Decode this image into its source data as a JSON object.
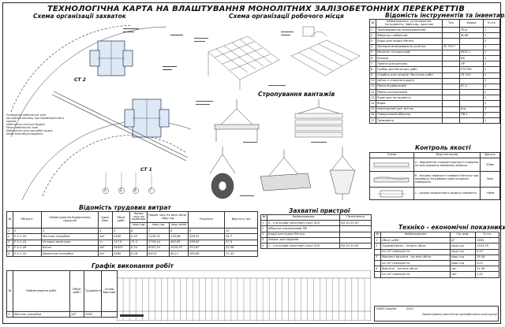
{
  "title": "ТЕХНОЛОГІЧНА КАРТА НА ВЛАШТУВАННЯ МОНОЛІТНИХ ЗАЛІЗОБЕТОННИХ ПЕРЕКРЕТТІВ",
  "sections": {
    "grips": "Схема організації захваток",
    "workplace": "Схема організації робочого місця",
    "slinging": "Стропування вантажів",
    "tools": "Відомість інструментів та інвентаря",
    "quality": "Контроль якості",
    "labor": "Відомість трудових витрат",
    "devices": "Захватні пристрої",
    "economics": "Техніко - економічні показники",
    "schedule": "Графік виконання робіт"
  },
  "grips_plan": {
    "label_st2": "СТ 2",
    "label_st1": "СТ 1",
    "axes": [
      "А",
      "Б",
      "В",
      "Г"
    ],
    "notes": [
      "Розміщення небезпечної зони",
      "від падіння вантажу при переміщенні його краном",
      "Небезпечна зона для будівлі",
      "Межа небезпечної зони",
      "Небезпечна зона при роботі крана",
      "Межа зони обслуговування"
    ]
  },
  "tools_table": {
    "headers": [
      "№",
      "Найменування, установлення, інструменти, інвентар, пристрої",
      "Тип",
      "Марка",
      "К-сть"
    ],
    "rows": [
      [
        "1",
        "Трансформатор понижувальний",
        "",
        "ТВ-4",
        "1"
      ],
      [
        "2",
        "Вібратор глибинний",
        "",
        "ІВ-66",
        "1"
      ],
      [
        "3",
        "Бадді для подачі бетону",
        "",
        "",
        "2"
      ],
      [
        "4",
        "Закладні-вимірювальна рулетка",
        "ЗС 5517",
        "",
        "1"
      ],
      [
        "5",
        "Молоток теслярський",
        "",
        "МПЛ-1",
        "1"
      ],
      [
        "6",
        "Кельма",
        "",
        "КБ",
        "2"
      ],
      [
        "7",
        "Лопата для розчину",
        "",
        "ЛР",
        "2"
      ],
      [
        "8",
        "Гребок для бетонних робіт",
        "",
        "ГР2756",
        "2"
      ],
      [
        "9",
        "Скарбнь для гвіздків і багатких робіт",
        "",
        "ЛГ-001",
        "1"
      ],
      [
        "10",
        "Щітка з стального дроту",
        "",
        "",
        "2"
      ],
      [
        "11",
        "Рівень будівельний",
        "",
        "УС-2",
        "1"
      ],
      [
        "12",
        "Рівень контрольний",
        "",
        "",
        "1"
      ],
      [
        "13",
        "Ящик для інструменту",
        "",
        "",
        "1"
      ],
      [
        "14",
        "Відро",
        "",
        "",
        "2"
      ],
      [
        "15",
        "Інвентарний щит місток",
        "",
        "Інд.",
        "4"
      ],
      [
        "16",
        "Поверхневий вібратор",
        "",
        "ПВ-1",
        "1"
      ],
      [
        "17",
        "Термометр",
        "",
        "",
        "1"
      ]
    ]
  },
  "quality_table": {
    "headers": [
      "Схема",
      "Вид контролю",
      "Допуск"
    ],
    "rows": [
      [
        "",
        "а - відхилення горизонтальності площини на всю довжину виміряної ділянки",
        "20мм"
      ],
      [
        "",
        "б - місцеві нерівності поверхні бетону при перевірці 2м рейкою окрім опорних поверхонь",
        "5мм"
      ],
      [
        "",
        "с - розмір поперечного розрізу елемента",
        "+6мм"
      ]
    ]
  },
  "labor_table": {
    "headers": [
      "№",
      "Обґрунт.",
      "Найменування будівельних процесів",
      "Один. Вим.",
      "Обсяг робіт",
      "Норма часу на одиницю",
      "Норма часу на весь обсяг люд-год",
      "люд-зміна",
      "Розцінка",
      "Вартість грн"
    ],
    "subheaders": [
      "люд-год",
      "маш-год",
      "люд-год",
      "маш-год"
    ],
    "colnums": [
      "1",
      "2",
      "3",
      "4",
      "5",
      "6",
      "7",
      "8",
      "9",
      "10"
    ],
    "rows": [
      [
        "1",
        "Е 4-1-34",
        "Монтаж опалубки",
        "1м²",
        "2465",
        "0,45",
        "1109,25",
        "138,66",
        "326,91",
        "29,7"
      ],
      [
        "2",
        "Е 4-1-44",
        "Укладка арматури",
        "1т",
        "117,8",
        "31,5",
        "3709,44",
        "463,68",
        "536,82",
        "27,9"
      ],
      [
        "3",
        "Е 4-1-49",
        "Бетон",
        "1м³",
        "24023",
        "0,34",
        "8167,44",
        "1020,93",
        "253,67",
        "22,56"
      ],
      [
        "4",
        "Е 4-1-34",
        "Демонтаж опалубки",
        "1м²",
        "2465",
        "0,26",
        "640,9",
        "80,11",
        "169,69",
        "17,43"
      ]
    ]
  },
  "devices_table": {
    "headers": [
      "№",
      "Найменування",
      "Позначення"
    ],
    "rows": [
      [
        "1",
        "4 - х вітковий канатний строп 4СК",
        "РД 10-33-93"
      ],
      [
        "2",
        "Вібратор поверхневий ПВ",
        ""
      ],
      [
        "3",
        "Бадді для подачі бетону",
        ""
      ],
      [
        "4",
        "Захват для піддонів",
        ""
      ],
      [
        "5",
        "2 - х вітковий канатний строп 2СК",
        "РД 10-33-93"
      ]
    ]
  },
  "economics_table": {
    "headers": [
      "№",
      "Найменування",
      "Од. вим.",
      "К-сть"
    ],
    "rows": [
      [
        "1",
        "Обсяг робіт",
        "м²",
        "2465"
      ],
      [
        "2",
        "Трудовитрати - на весь обсяг",
        "люд-год",
        "1303,39"
      ],
      [
        "",
        "на 1м² перекриття",
        "люд-год",
        "0,53"
      ],
      [
        "3",
        "Машинні витрати - на весь обсяг",
        "маш-год",
        "78,56"
      ],
      [
        "",
        "на 1м² перекриття",
        "маш-год",
        "0,03"
      ],
      [
        "4",
        "Вартість - на весь обсяг",
        "грн",
        "31,95"
      ],
      [
        "",
        "на 1м² перекриття",
        "грн",
        "2,52"
      ]
    ]
  },
  "schedule_table": {
    "headers": [
      "№",
      "Найменування робіт",
      "Обсяг робіт",
      "Трудомісткість",
      "Склад бригади"
    ],
    "rows": [
      [
        "1",
        "Монтаж опалубки",
        "1м²",
        "2465"
      ]
    ]
  },
  "stamp": {
    "org": "НУБІП України",
    "year": "2023",
    "text": "Проектування монолітної залізобетонної конструкції"
  }
}
